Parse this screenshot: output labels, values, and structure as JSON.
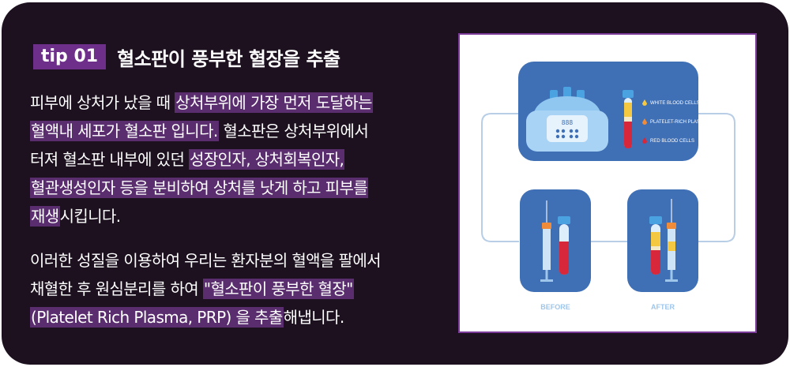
{
  "heading": {
    "tip_label": "tip 01",
    "title": "혈소판이 풍부한 혈장을 추출"
  },
  "paragraph1": {
    "lines": [
      [
        {
          "text": "피부에 상처가 났을 때 ",
          "hl": false
        },
        {
          "text": "상처부위에 가장 먼저 도달하는",
          "hl": true
        }
      ],
      [
        {
          "text": "혈액내 세포가 혈소판 입니다.",
          "hl": true
        },
        {
          "text": " 혈소판은 상처부위에서",
          "hl": false
        }
      ],
      [
        {
          "text": "터져 혈소판 내부에 있던 ",
          "hl": false
        },
        {
          "text": "성장인자, 상처회복인자,",
          "hl": true
        }
      ],
      [
        {
          "text": "혈관생성인자 등을 분비하여 상처를 낫게 하고 피부를",
          "hl": true
        }
      ],
      [
        {
          "text": "재생",
          "hl": true
        },
        {
          "text": "시킵니다.",
          "hl": false
        }
      ]
    ]
  },
  "paragraph2": {
    "lines": [
      [
        {
          "text": "이러한 성질을 이용하여 우리는 환자분의 혈액을 팔에서",
          "hl": false
        }
      ],
      [
        {
          "text": "채혈한 후 원심분리를 하여 ",
          "hl": false
        },
        {
          "text": "\"혈소판이 풍부한 혈장\"",
          "hl": true
        }
      ],
      [
        {
          "text": "(Platelet Rich Plasma, PRP) 을 추출",
          "hl": true
        },
        {
          "text": "해냅니다.",
          "hl": false
        }
      ]
    ]
  },
  "illustration": {
    "device_display": "888",
    "legend": [
      "WHITE BLOOD CELLS",
      "PLATELET-RICH PLASMA",
      "RED BLOOD CELLS"
    ],
    "before_label": "BEFORE",
    "after_label": "AFTER",
    "colors": {
      "panel": "#3f6fb5",
      "tube_red": "#d6283a",
      "tube_yellow": "#f5c842",
      "cap": "#4aa3e0",
      "cap_orange": "#f08b3a",
      "frame": "#7a3c98"
    }
  }
}
